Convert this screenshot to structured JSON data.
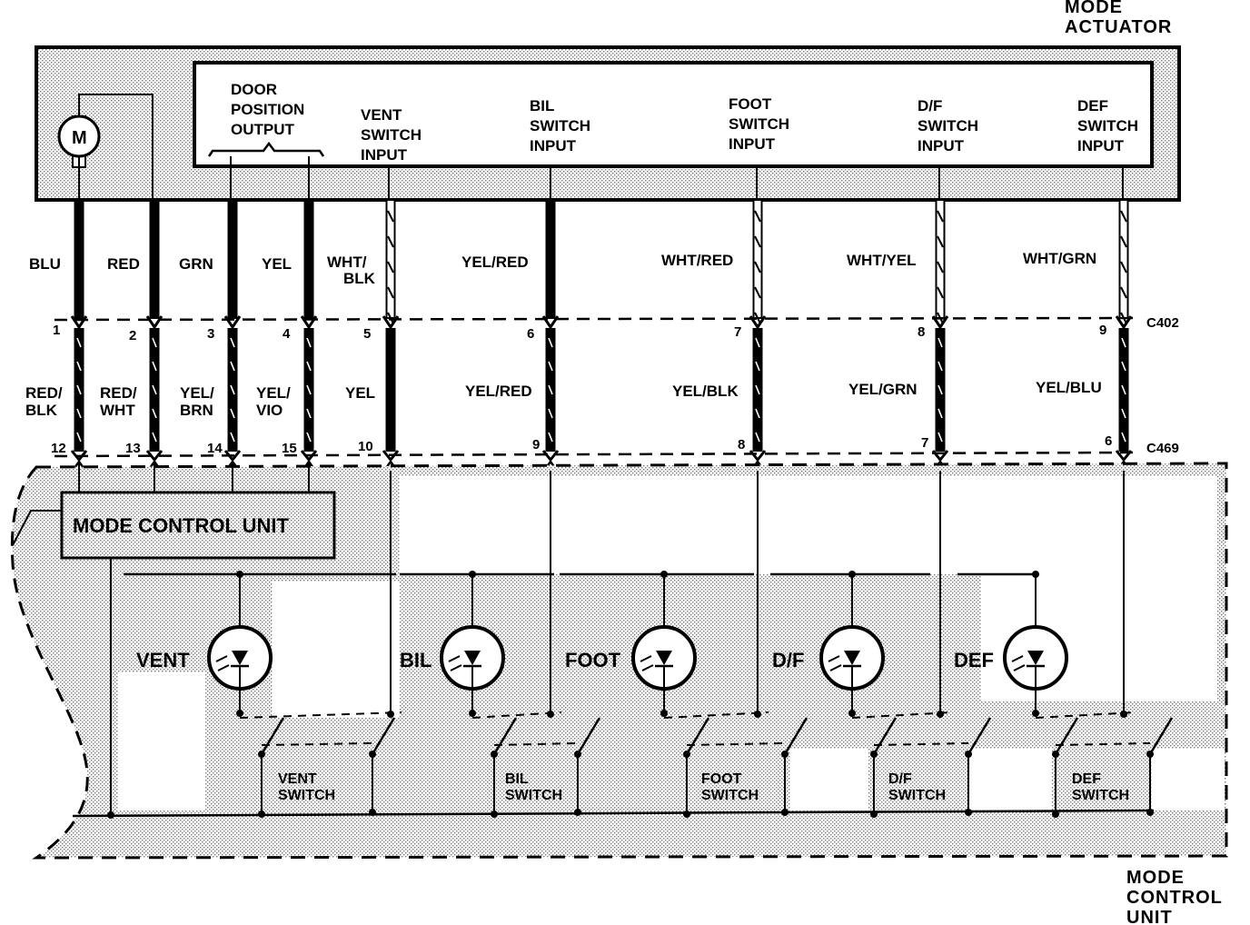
{
  "title_top": [
    "MODE",
    "ACTUATOR"
  ],
  "title_bottom": [
    "MODE",
    "CONTROL",
    "UNIT"
  ],
  "motor_label": "M",
  "door_position_output": [
    "DOOR",
    "POSITION",
    "OUTPUT"
  ],
  "actuator_inputs": [
    [
      "VENT",
      "SWITCH",
      "INPUT"
    ],
    [
      "BIL",
      "SWITCH",
      "INPUT"
    ],
    [
      "FOOT",
      "SWITCH",
      "INPUT"
    ],
    [
      "D/F",
      "SWITCH",
      "INPUT"
    ],
    [
      "DEF",
      "SWITCH",
      "INPUT"
    ]
  ],
  "upper_wires": [
    "BLU",
    "RED",
    "GRN",
    "YEL",
    "WHT/ BLK",
    "YEL/RED",
    "WHT/RED",
    "WHT/YEL",
    "WHT/GRN"
  ],
  "lower_wires": [
    "RED/ BLK",
    "RED/ WHT",
    "YEL/ BRN",
    "YEL/ VIO",
    "YEL",
    "YEL/RED",
    "YEL/BLK",
    "YEL/GRN",
    "YEL/BLU"
  ],
  "c402_pins": [
    "1",
    "2",
    "3",
    "4",
    "5",
    "6",
    "7",
    "8",
    "9"
  ],
  "c469_pins": [
    "12",
    "13",
    "14",
    "15",
    "10",
    "9",
    "8",
    "7",
    "6"
  ],
  "connector_c402": "C402",
  "connector_c469": "C469",
  "mode_control_box": "MODE CONTROL UNIT",
  "indicators": [
    "VENT",
    "BIL",
    "FOOT",
    "D/F",
    "DEF"
  ],
  "switches": [
    [
      "VENT",
      "SWITCH"
    ],
    [
      "BIL",
      "SWITCH"
    ],
    [
      "FOOT",
      "SWITCH"
    ],
    [
      "D/F",
      "SWITCH"
    ],
    [
      "DEF",
      "SWITCH"
    ]
  ]
}
